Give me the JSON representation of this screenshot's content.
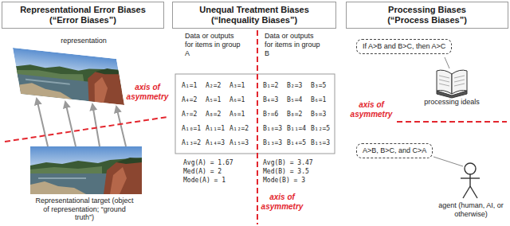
{
  "diagram": {
    "nodes": [
      {
        "text": [
          "Representational Error Biases",
          "(“Error Biases”)"
        ]
      },
      {
        "text": [
          "Unequal Treatment Biases",
          "(“Inequality Biases”)"
        ]
      },
      {
        "text": [
          "Processing Biases",
          "(“Process Biases”)"
        ]
      },
      {
        "text": [
          "If A>B and B>C, then A>C"
        ]
      },
      {
        "text": [
          "A>B, B>C, and C>A"
        ]
      }
    ],
    "labels": [
      "representation",
      "axis of asymmetry",
      "Representational target (object of representation; “ground truth”)",
      "Data or outputs for items in group A",
      "Data or outputs for items in group B",
      "A₁=1",
      "A₂=2",
      "A₃=1",
      "A₄=2",
      "A₅=1",
      "A₆=1",
      "A₇=2",
      "A₈=2",
      "A₉=1",
      "A₁₀=1",
      "A₁₁=1",
      "A₁₂=2",
      "A₁₃=2",
      "A₁₄=3",
      "A₁₅=3",
      "B₁=2",
      "B₂=3",
      "B₃=5",
      "B₄=3",
      "B₅=4",
      "B₆=1",
      "B₇=6",
      "B₈=2",
      "B₉=3",
      "B₁₀=3",
      "B₁₁=4",
      "B₁₂=5",
      "B₁₃=3",
      "B₁₄=5",
      "B₁₅=3",
      "Avg(A) = 1.67",
      "Med(A) = 2",
      "Mode(A) = 1",
      "Avg(B) = 3.47",
      "Med(B) = 3.5",
      "Mode(B) = 3",
      "axis of asymmetry",
      "axis of asymmetry",
      "processing ideals",
      "agent (human, AI, or otherwise)"
    ]
  }
}
